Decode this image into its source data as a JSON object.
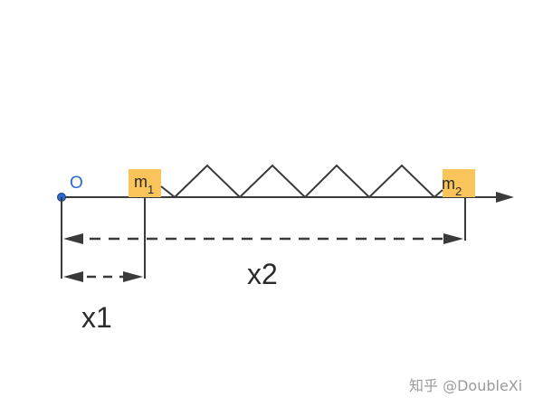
{
  "diagram": {
    "origin_label": "O",
    "mass1": {
      "base": "m",
      "subscript": "1"
    },
    "mass2": {
      "base": "m",
      "subscript": "2"
    },
    "x1_label": "x1",
    "x2_label": "x2",
    "watermark": "知乎 @DoubleXi",
    "colors": {
      "line": "#3a3a3a",
      "mass_fill": "#f9c45a",
      "origin_dot": "#2a6bd1",
      "origin_text": "#2a6bd1",
      "label_text": "#2b2b2b",
      "watermark_text": "#9a9a9a"
    }
  }
}
